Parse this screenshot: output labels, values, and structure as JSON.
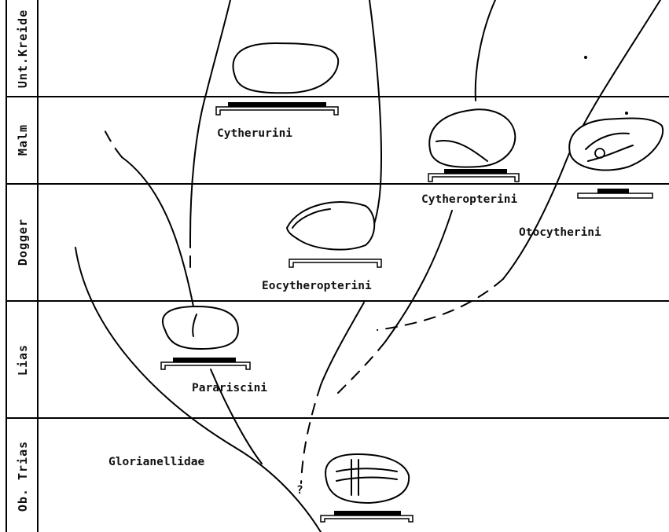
{
  "stratigraphy": [
    {
      "id": "unt-kreide",
      "label": "Unt.Kreide"
    },
    {
      "id": "malm",
      "label": "Malm"
    },
    {
      "id": "dogger",
      "label": "Dogger"
    },
    {
      "id": "lias",
      "label": "Lias"
    },
    {
      "id": "ob-trias",
      "label": "Ob. Trias"
    }
  ],
  "taxa": {
    "cytherurini": "Cytherurini",
    "cytheropterini": "Cytheropterini",
    "otocytherini": "Otocytherini",
    "eocytheropterini": "Eocytheropterini",
    "parariscini": "Parariscini",
    "glorianellidae": "Glorianellidae"
  },
  "uncertainty_mark": "?"
}
